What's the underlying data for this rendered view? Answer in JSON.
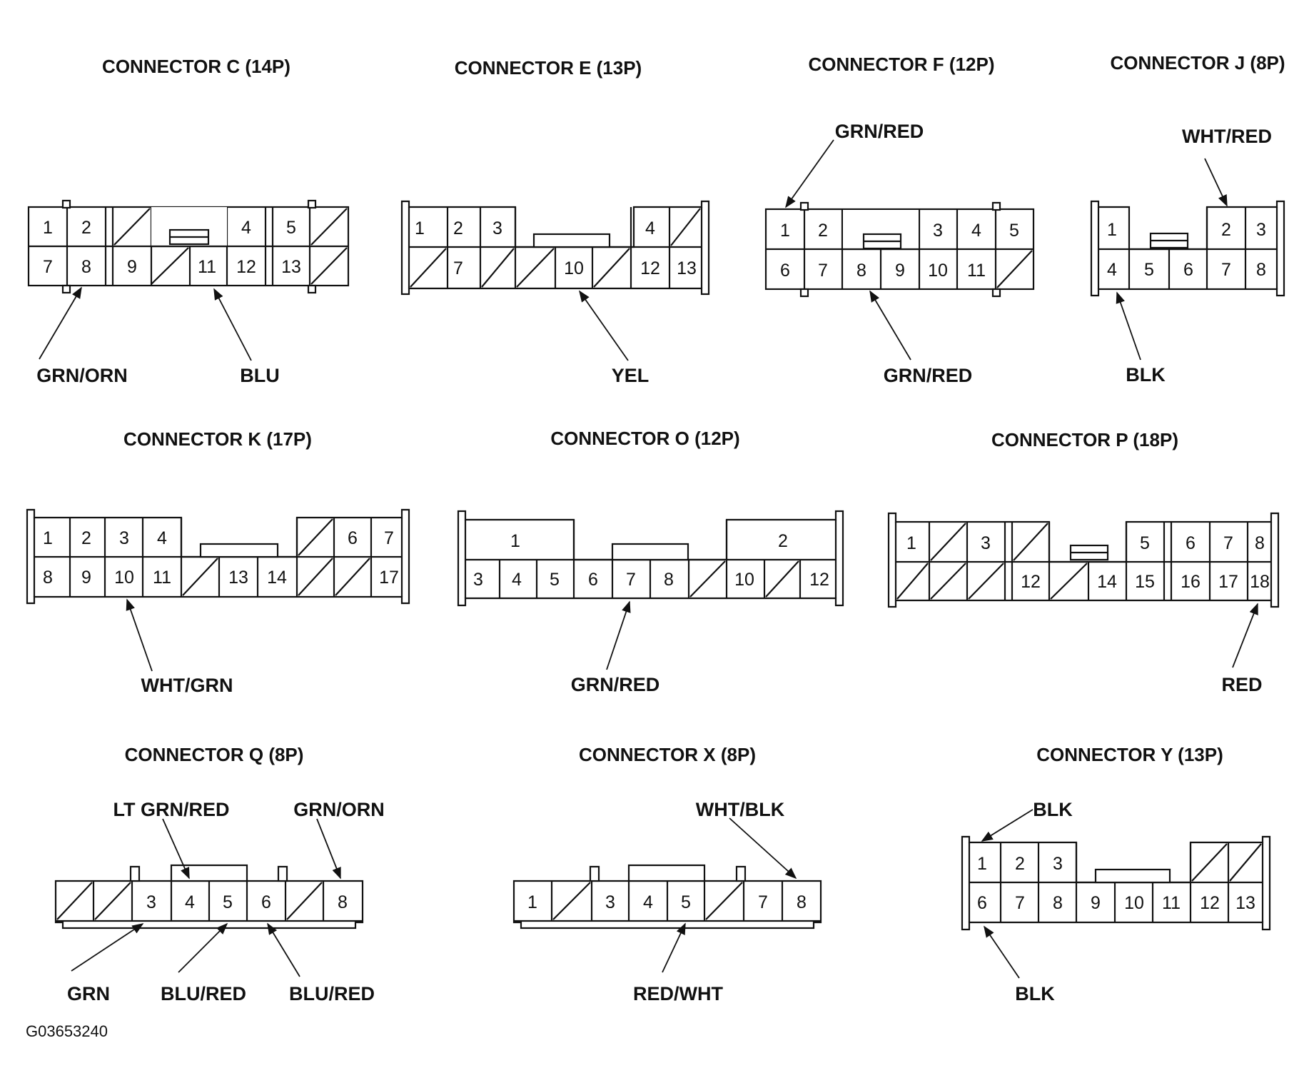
{
  "figure_code": "G03653240",
  "connectors": [
    {
      "id": "C",
      "title": "CONNECTOR C (14P)",
      "top": [
        "1",
        "2",
        "/",
        "_",
        "4",
        "5",
        "/"
      ],
      "bottom": [
        "7",
        "8",
        "9",
        "/",
        "11",
        "12",
        "13",
        "/"
      ],
      "wires": [
        {
          "label": "GRN/ORN",
          "pin": "8"
        },
        {
          "label": "BLU",
          "pin": "11"
        }
      ]
    },
    {
      "id": "E",
      "title": "CONNECTOR E (13P)",
      "top": [
        "1",
        "2",
        "3",
        "_",
        "4",
        "/"
      ],
      "bottom": [
        "/",
        "7",
        "/",
        "/",
        "10",
        "/",
        "12",
        "13"
      ],
      "wires": [
        {
          "label": "YEL",
          "pin": "10"
        }
      ]
    },
    {
      "id": "F",
      "title": "CONNECTOR F (12P)",
      "top": [
        "1",
        "2",
        "_",
        "3",
        "4",
        "5"
      ],
      "bottom": [
        "6",
        "7",
        "8",
        "9",
        "10",
        "11",
        "/"
      ],
      "wires": [
        {
          "label": "GRN/RED",
          "pin": "1"
        },
        {
          "label": "GRN/RED",
          "pin": "8"
        }
      ]
    },
    {
      "id": "J",
      "title": "CONNECTOR J (8P)",
      "top": [
        "1",
        "_",
        "2",
        "3"
      ],
      "bottom": [
        "4",
        "5",
        "6",
        "7",
        "8"
      ],
      "wires": [
        {
          "label": "WHT/RED",
          "pin": "2"
        },
        {
          "label": "BLK",
          "pin": "4"
        }
      ]
    },
    {
      "id": "K",
      "title": "CONNECTOR K (17P)",
      "top": [
        "1",
        "2",
        "3",
        "4",
        "_",
        "/",
        "6",
        "7"
      ],
      "bottom": [
        "8",
        "9",
        "10",
        "11",
        "/",
        "13",
        "14",
        "/",
        "/",
        "17"
      ],
      "wires": [
        {
          "label": "WHT/GRN",
          "pin": "10"
        }
      ]
    },
    {
      "id": "O",
      "title": "CONNECTOR O (12P)",
      "top": [
        "1",
        "_",
        "2"
      ],
      "bottom": [
        "3",
        "4",
        "5",
        "6",
        "7",
        "8",
        "/",
        "10",
        "/",
        "12"
      ],
      "wires": [
        {
          "label": "GRN/RED",
          "pin": "7"
        }
      ]
    },
    {
      "id": "P",
      "title": "CONNECTOR P (18P)",
      "top": [
        "1",
        "/",
        "3",
        "/",
        "_",
        "5",
        "6",
        "7",
        "8"
      ],
      "bottom": [
        "/",
        "/",
        "/",
        "12",
        "/",
        "14",
        "15",
        "16",
        "17",
        "18"
      ],
      "wires": [
        {
          "label": "RED",
          "pin": "18"
        }
      ]
    },
    {
      "id": "Q",
      "title": "CONNECTOR Q (8P)",
      "top": [],
      "bottom": [
        "/",
        "/",
        "3",
        "4",
        "5",
        "6",
        "/",
        "8"
      ],
      "wires": [
        {
          "label": "LT GRN/RED",
          "pin": "4"
        },
        {
          "label": "GRN/ORN",
          "pin": "8"
        },
        {
          "label": "GRN",
          "pin": "3"
        },
        {
          "label": "BLU/RED",
          "pin": "5"
        },
        {
          "label": "BLU/RED",
          "pin": "6"
        }
      ]
    },
    {
      "id": "X",
      "title": "CONNECTOR X (8P)",
      "top": [],
      "bottom": [
        "1",
        "/",
        "3",
        "4",
        "5",
        "/",
        "7",
        "8"
      ],
      "wires": [
        {
          "label": "WHT/BLK",
          "pin": "8"
        },
        {
          "label": "RED/WHT",
          "pin": "5"
        }
      ]
    },
    {
      "id": "Y",
      "title": "CONNECTOR Y (13P)",
      "top": [
        "1",
        "2",
        "3",
        "_",
        "/",
        "/"
      ],
      "bottom": [
        "6",
        "7",
        "8",
        "9",
        "10",
        "11",
        "12",
        "13"
      ],
      "wires": [
        {
          "label": "BLK",
          "pin": "1"
        },
        {
          "label": "BLK",
          "pin": "6"
        }
      ]
    }
  ]
}
